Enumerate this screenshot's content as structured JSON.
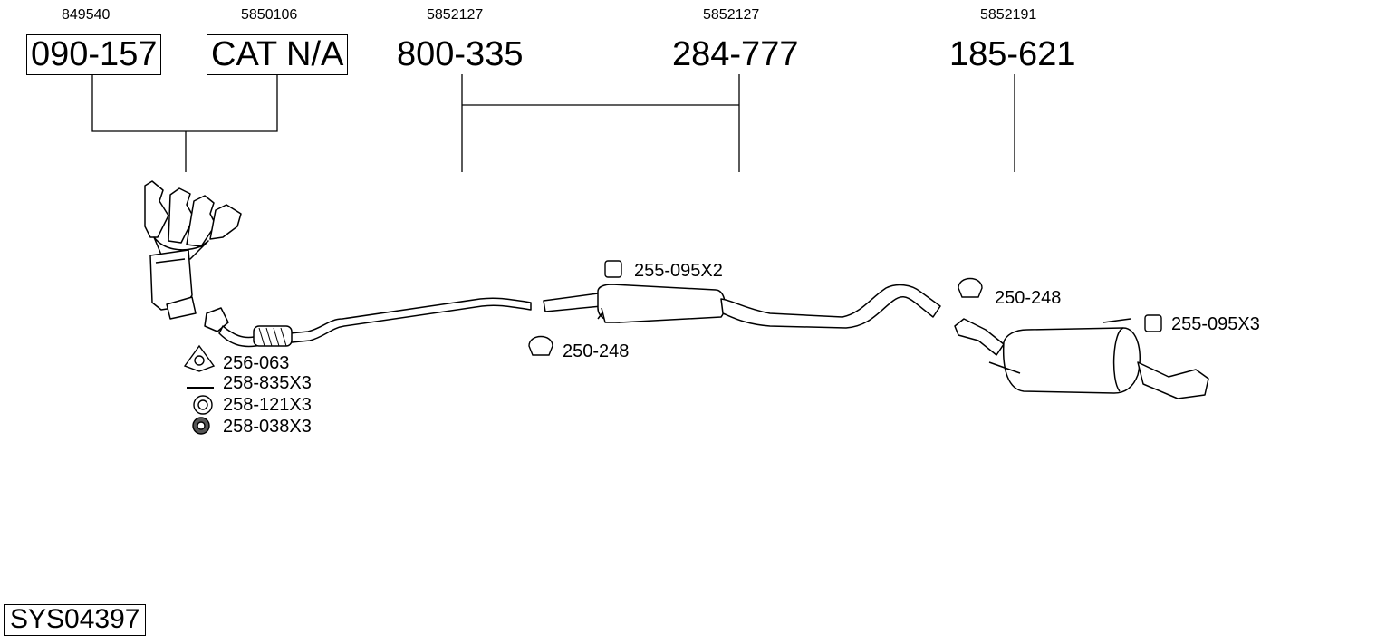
{
  "oem_numbers": [
    "849540",
    "5850106",
    "5852127",
    "5852127",
    "5852191"
  ],
  "part_numbers": [
    "090-157",
    "CAT N/A",
    "800-335",
    "284-777",
    "185-621"
  ],
  "accessories": {
    "gasket_front": "256-063",
    "bolt_front": "258-835X3",
    "ring_front": "258-121X3",
    "nut_front": "258-038X3",
    "clamp_mid": "250-248",
    "hanger_mid": "255-095X2",
    "clamp_rear": "250-248",
    "hanger_rear": "255-095X3"
  },
  "system_id": "SYS04397",
  "line_color": "#333333"
}
